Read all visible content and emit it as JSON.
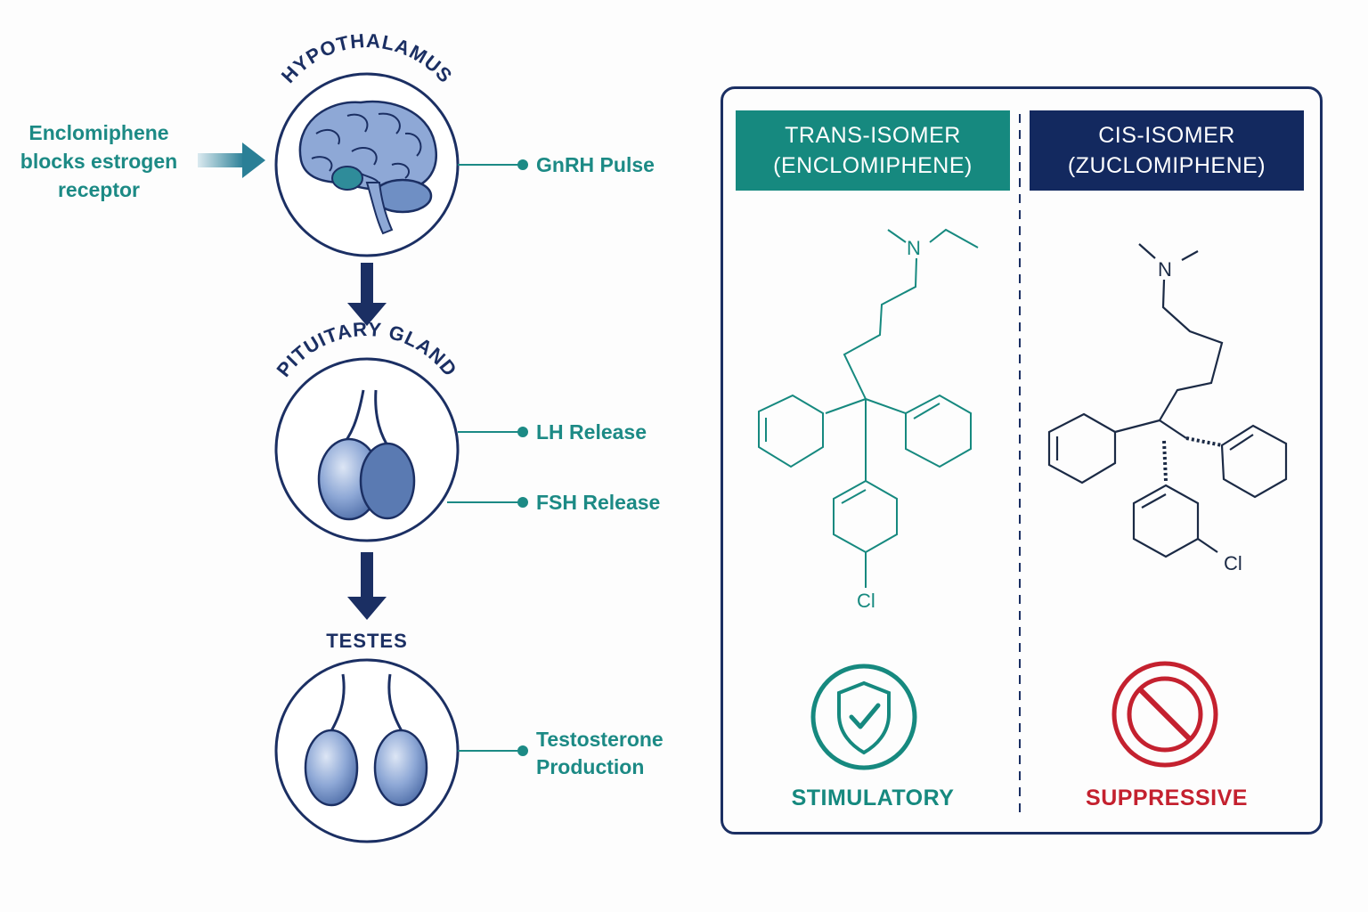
{
  "pathway": {
    "organs": [
      {
        "name": "HYPOTHALAMUS",
        "icon": "brain-icon"
      },
      {
        "name": "PITUITARY GLAND",
        "icon": "pituitary-icon"
      },
      {
        "name": "TESTES",
        "icon": "testes-icon"
      }
    ],
    "side_note": {
      "lines": [
        "Enclomiphene",
        "blocks estrogen",
        "receptor"
      ]
    },
    "outputs": {
      "gnrh": "GnRH Pulse",
      "lh": "LH Release",
      "fsh": "FSH Release",
      "testosterone": [
        "Testosterone",
        "Production"
      ]
    }
  },
  "comparison": {
    "trans": {
      "title": [
        "TRANS-ISOMER",
        "(ENCLOMIPHENE)"
      ],
      "atoms": {
        "n": "N",
        "cl": "Cl"
      },
      "effect": "STIMULATORY",
      "icon": "shield-check-icon"
    },
    "cis": {
      "title": [
        "CIS-ISOMER",
        "(ZUCLOMIPHENE)"
      ],
      "atoms": {
        "n": "N",
        "cl": "Cl"
      },
      "effect": "SUPPRESSIVE",
      "icon": "prohibited-icon"
    }
  },
  "colors": {
    "navy": "#1b2f63",
    "teal": "#16897f",
    "red": "#c4212f",
    "organ_blue": "#6f8fc4"
  }
}
